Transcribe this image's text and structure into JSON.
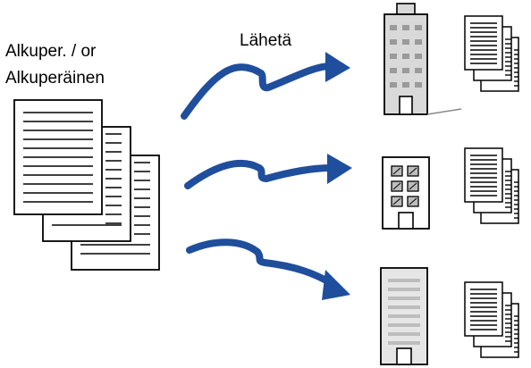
{
  "original": {
    "label_line1": "Alkuper. / or",
    "label_line2": "Alkuperäinen"
  },
  "send": {
    "label": "Lähetä"
  },
  "colors": {
    "arrow": "#1f4e9c",
    "outline": "#000000",
    "building_fill": "#d9d9d9",
    "window_fill": "#9a9a9a",
    "page_fill": "#ffffff"
  },
  "destinations": [
    {
      "building": "tall-office-building",
      "output": "document-stack"
    },
    {
      "building": "small-office-building",
      "output": "document-stack"
    },
    {
      "building": "mid-office-building",
      "output": "document-stack"
    }
  ]
}
